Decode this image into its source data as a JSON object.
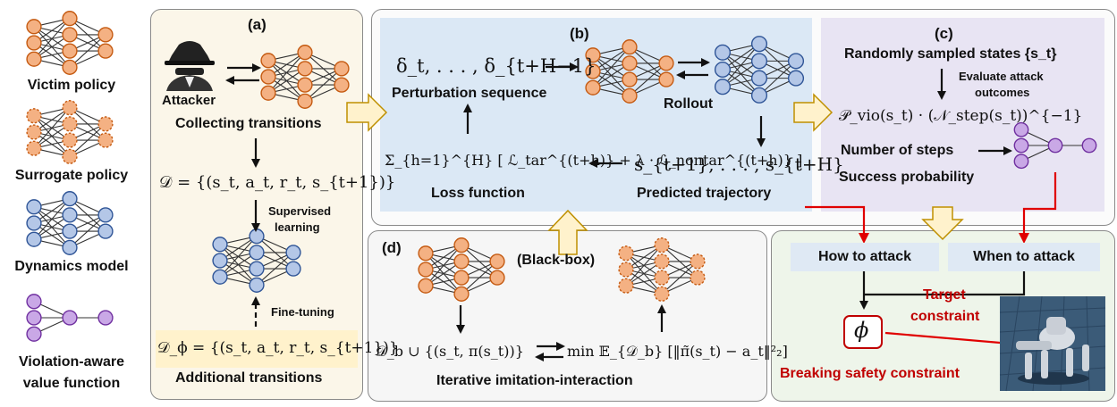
{
  "legend": {
    "victim": "Victim policy",
    "surrogate": "Surrogate policy",
    "dynamics": "Dynamics model",
    "violation_line1": "Violation-aware",
    "violation_line2": "value function"
  },
  "panel_a": {
    "tag": "(a)",
    "attacker": "Attacker",
    "collecting": "Collecting transitions",
    "dataset": "𝒟 = {(s_t, a_t, r_t, s_{t+1})}",
    "supervised_line1": "Supervised",
    "supervised_line2": "learning",
    "finetune": "Fine-tuning",
    "dataset_phi": "𝒟_ϕ = {(s_t, a_t, r_t, s_{t+1})}",
    "additional": "Additional transitions"
  },
  "panel_b": {
    "tag": "(b)",
    "perturbation_math": "δ_t, . . . , δ_{t+H−1}",
    "perturbation": "Perturbation sequence",
    "rollout": "Rollout",
    "loss_math": "Σ_{h=1}^{H} [ ℒ_tar^{(t+h)} + λ · ℒ_nontar^{(t+h)} ]",
    "loss": "Loss function",
    "traj_math": "s_{t+1}, . . . , s_{t+H}",
    "traj": "Predicted trajectory"
  },
  "panel_c": {
    "tag": "(c)",
    "sampled": "Randomly sampled states {s_t}",
    "evaluate_line1": "Evaluate attack",
    "evaluate_line2": "outcomes",
    "formula": "𝒫_vio(s_t) · (𝒩_step(s_t))^{−1}",
    "steps": "Number of steps",
    "success": "Success probability"
  },
  "panel_d": {
    "tag": "(d)",
    "blackbox": "(Black-box)",
    "left_math": "𝒟_b ∪ {(s_t, π(s_t))}",
    "right_math": "min 𝔼_{𝒟_b} [‖π̃(s_t) − a_t‖²₂]",
    "iterative": "Iterative imitation-interaction"
  },
  "panel_e": {
    "how": "How to attack",
    "when": "When to attack",
    "target_line1": "Target",
    "target_line2": "constraint",
    "phi": "ϕ",
    "breaking": "Breaking safety constraint"
  },
  "colors": {
    "victim_node": "#f4b183",
    "victim_stroke": "#c55a11",
    "dynamics_node": "#b4c7e7",
    "dynamics_stroke": "#2f5597",
    "value_node": "#c9a8e6",
    "value_stroke": "#7030a0",
    "panel_a_bg": "#fbf6e9",
    "panel_b_bg": "#dbe8f5",
    "panel_c_bg": "#e8e4f3",
    "panel_d_bg": "#f6f6f6",
    "panel_e_bg": "#eef5ea",
    "dataset_phi_bg": "#fff2cc",
    "arrow_red": "#e00000",
    "big_arrow_fill": "#fff2cc",
    "big_arrow_stroke": "#bf9000"
  },
  "icons": [
    "attacker-icon",
    "robot-image",
    "neural-network-icon"
  ]
}
